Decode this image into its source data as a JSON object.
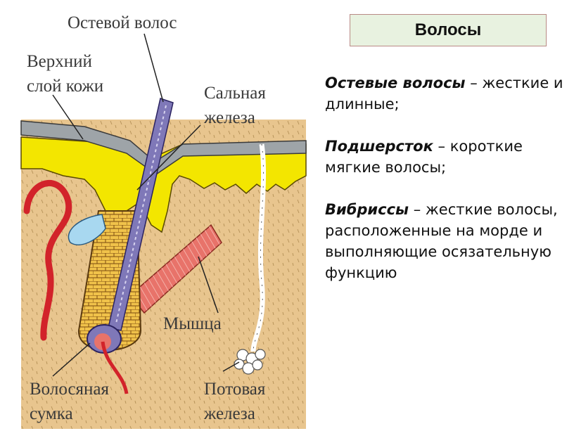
{
  "diagram": {
    "labels": {
      "guard_hair": "Остевой волос",
      "skin_top_1": "Верхний",
      "skin_top_2": "слой кожи",
      "sebaceous_1": "Сальная",
      "sebaceous_2": "железа",
      "muscle": "Мышца",
      "follicle_1": "Волосяная",
      "follicle_2": "сумка",
      "sweat_1": "Потовая",
      "sweat_2": "железа"
    },
    "colors": {
      "dermis": "#e8c58e",
      "epidermis": "#9ea4a8",
      "fat_layer": "#f3e600",
      "vessel": "#d2232a",
      "muscle": "#e8736a",
      "hair": "#7f78b8",
      "gland": "#a8d8f0"
    }
  },
  "title": "Волосы",
  "items": [
    {
      "term": "Остевые волосы",
      "sep": " – ",
      "text": "жесткие и длинные;"
    },
    {
      "term": "Подшерсток",
      "sep": " – ",
      "text": "короткие мягкие волосы;"
    },
    {
      "term": "Вибриссы",
      "sep": " – ",
      "text": "жесткие волосы, расположенные на морде и выполняющие осязательную функцию"
    }
  ]
}
